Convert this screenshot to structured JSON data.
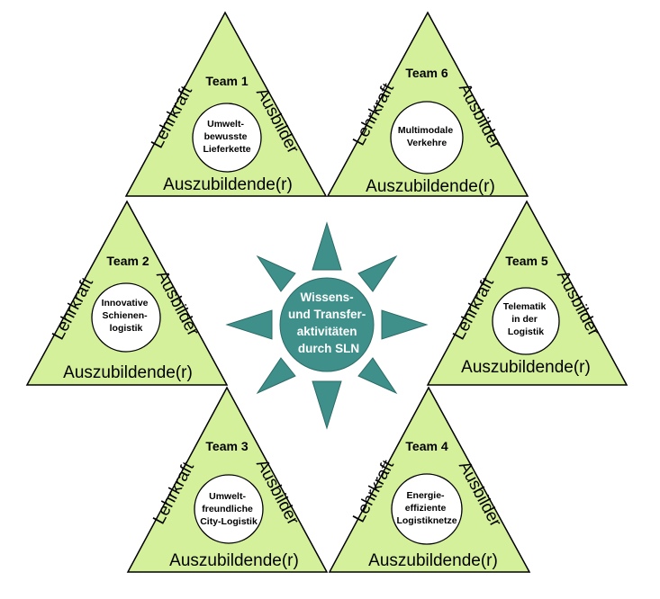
{
  "diagram": {
    "colors": {
      "triangle_fill": "#d4f09a",
      "sun_fill": "#3f8f8a",
      "sun_text": "#ffffff",
      "outline": "#000000"
    },
    "center": {
      "lines": [
        "Wissens-",
        "und Transfer-",
        "aktivitäten",
        "durch SLN"
      ]
    },
    "teams": [
      {
        "team": "Team 1",
        "topic_lines": [
          "Umwelt-",
          "bewusste",
          "Lieferkette"
        ],
        "left_role": "Lehrkraft",
        "right_role": "Ausbilder",
        "base_role": "Auszubildende(r)"
      },
      {
        "team": "Team 6",
        "topic_lines": [
          "Multimodale",
          "Verkehre"
        ],
        "left_role": "Lehrkraft",
        "right_role": "Ausbilder",
        "base_role": "Auszubildende(r)"
      },
      {
        "team": "Team 2",
        "topic_lines": [
          "Innovative",
          "Schienen-",
          "logistik"
        ],
        "left_role": "Lehrkraft",
        "right_role": "Ausbilder",
        "base_role": "Auszubildende(r)"
      },
      {
        "team": "Team 5",
        "topic_lines": [
          "Telematik",
          "in der",
          "Logistik"
        ],
        "left_role": "Lehrkraft",
        "right_role": "Ausbilder",
        "base_role": "Auszubildende(r)"
      },
      {
        "team": "Team 3",
        "topic_lines": [
          "Umwelt-",
          "freundliche",
          "City-Logistik"
        ],
        "left_role": "Lehrkraft",
        "right_role": "Ausbilder",
        "base_role": "Auszubildende(r)"
      },
      {
        "team": "Team 4",
        "topic_lines": [
          "Energie-",
          "effiziente",
          "Logistiknetze"
        ],
        "left_role": "Lehrkraft",
        "right_role": "Ausbilder",
        "base_role": "Auszubildende(r)"
      }
    ]
  }
}
